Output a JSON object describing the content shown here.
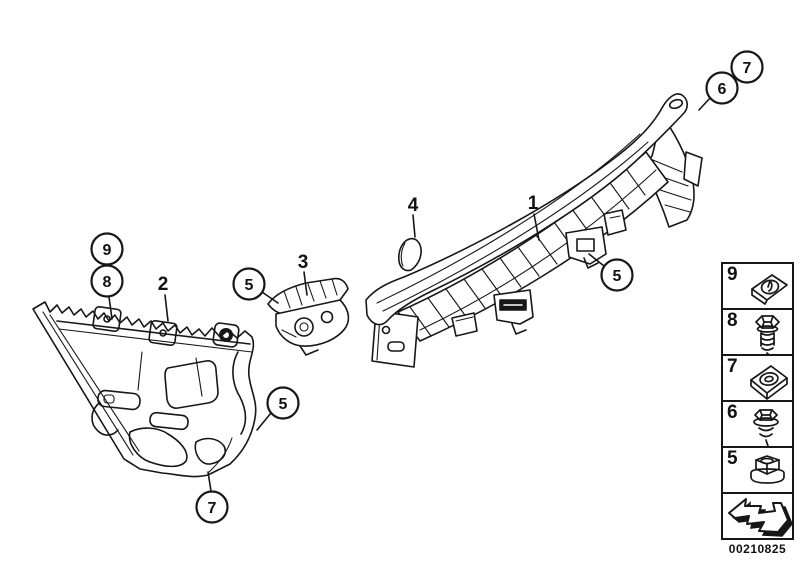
{
  "page": {
    "background": "#ffffff",
    "line_color": "#171717"
  },
  "diagram": {
    "part_labels": [
      {
        "id": "part-1",
        "label": "1"
      },
      {
        "id": "part-2",
        "label": "2"
      },
      {
        "id": "part-3",
        "label": "3"
      },
      {
        "id": "part-4",
        "label": "4"
      }
    ],
    "callouts": [
      {
        "id": "callout-9-left",
        "label": "9"
      },
      {
        "id": "callout-8-left",
        "label": "8"
      },
      {
        "id": "callout-5-mid",
        "label": "5"
      },
      {
        "id": "callout-5-bracket",
        "label": "5"
      },
      {
        "id": "callout-7-bracket",
        "label": "7"
      },
      {
        "id": "callout-5-right",
        "label": "5"
      },
      {
        "id": "callout-6-top",
        "label": "6"
      },
      {
        "id": "callout-7-top",
        "label": "7"
      }
    ]
  },
  "legend": {
    "items": [
      {
        "label": "9",
        "icon": "sheet-metal-clip-nut-icon"
      },
      {
        "label": "8",
        "icon": "self-tapping-screw-icon"
      },
      {
        "label": "7",
        "icon": "body-clip-nut-icon"
      },
      {
        "label": "6",
        "icon": "flanged-screw-washer-icon"
      },
      {
        "label": "5",
        "icon": "flange-hex-nut-icon"
      }
    ],
    "nav_arrow_icon": "back-arrow-icon"
  },
  "footer": {
    "image_number": "00210825"
  }
}
